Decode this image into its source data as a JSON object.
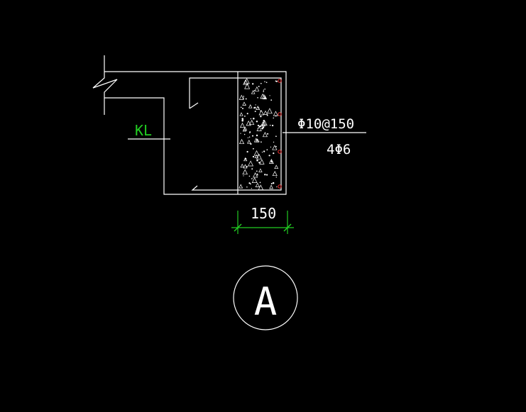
{
  "drawing": {
    "beam_label": "KL",
    "rebar_stirrup": "Φ10@150",
    "rebar_longitudinal": "4Φ6",
    "dimension_value": "150",
    "section_marker": "A"
  },
  "colors": {
    "background": "#000000",
    "line": "#ffffff",
    "beam_label": "#22cc22",
    "dimension": "#22cc22",
    "rebar_dot": "#ff3333"
  }
}
